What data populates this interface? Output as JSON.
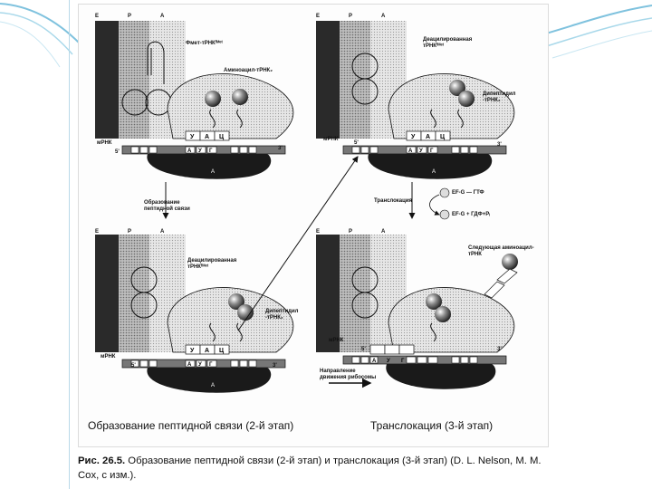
{
  "panels": {
    "top_left": {
      "sites": [
        "E",
        "P",
        "A"
      ],
      "labels": {
        "fmet_trna": "Фмет-тРНКᶠᴹᵉᵗ",
        "aminoacyl_trna": "Аминоацил-тРНК₂",
        "mrna": "мРНК",
        "five_prime": "5'",
        "three_prime": "3'"
      },
      "anticodons": [
        "У",
        "А",
        "Ц"
      ],
      "codons": [
        "А",
        "У",
        "Г"
      ]
    },
    "top_right": {
      "sites": [
        "E",
        "P",
        "A"
      ],
      "labels": {
        "deacylated_trna": "Деацилированная\nтРНКᶠᴹᵉᵗ",
        "dipeptidyl_trna": "Дипептидил\n-тРНК₂",
        "mrna": "мРНК",
        "five_prime": "5'",
        "three_prime": "3'"
      },
      "anticodons": [
        "У",
        "А",
        "Ц"
      ],
      "codons": [
        "А",
        "У",
        "Г"
      ]
    },
    "bottom_left": {
      "sites": [
        "E",
        "P",
        "A"
      ],
      "labels": {
        "deacylated_trna": "Деацилированная\nтРНКᶠᴹᵉᵗ",
        "dipeptidyl_trna": "Дипептидил\n-тРНК₂",
        "mrna": "мРНК",
        "five_prime": "5'",
        "three_prime": "3'"
      },
      "anticodons": [
        "У",
        "А",
        "Ц"
      ],
      "codons": [
        "А",
        "У",
        "Г"
      ]
    },
    "bottom_right": {
      "sites": [
        "E",
        "P",
        "A"
      ],
      "labels": {
        "next_aminoacyl_trna": "Следующая аминоацил-\nтРНК",
        "mrna": "мРНК",
        "five_prime": "5'",
        "three_prime": "3'",
        "movement_direction": "Направление\nдвижения рибосомы"
      },
      "codons": [
        "А",
        "У",
        "Г"
      ]
    }
  },
  "arrows": {
    "peptide_bond": "Образование\nпептидной связи",
    "translocation": "Транслокация",
    "ef_g_gtp": "EF-G — ГТФ",
    "ef_g_gdp": "EF-G + ГДФ+Pᵢ"
  },
  "stages": {
    "left": "Образование пептидной связи (2-й этап)",
    "right": "Транслокация (3-й этап)"
  },
  "caption": {
    "figure_ref": "Рис. 26.5.",
    "text": " Образование пептидной связи (2-й этап) и транслокация (3-й этап) (D. L. Nelson, M. M. Cox, с изм.)."
  }
}
